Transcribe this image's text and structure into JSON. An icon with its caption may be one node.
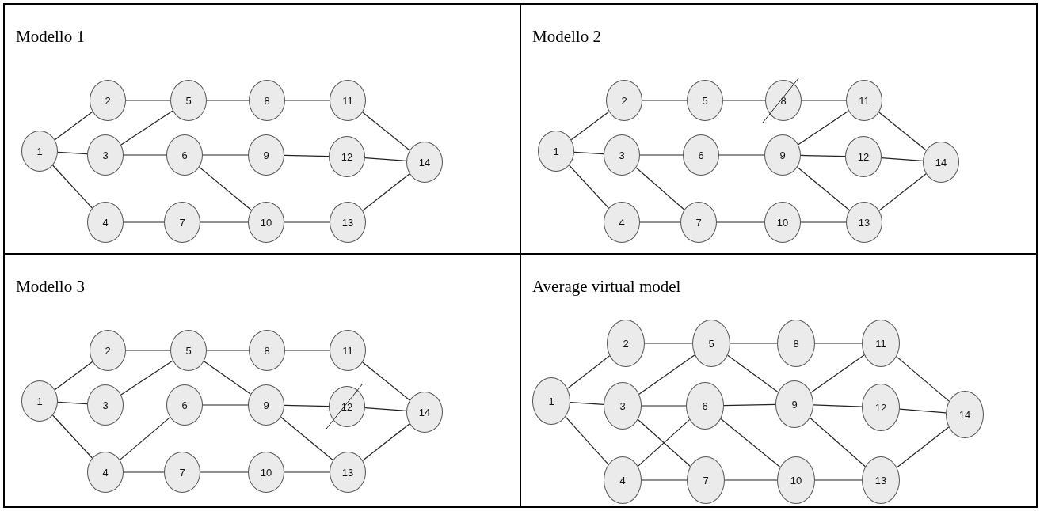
{
  "diagram": {
    "nodes": [
      {
        "text": [
          "Modello 1"
        ]
      },
      {
        "text": [
          "1"
        ],
        "in": 0
      },
      {
        "text": [
          "2"
        ],
        "in": 0
      },
      {
        "text": [
          "3"
        ],
        "in": 0
      },
      {
        "text": [
          "4"
        ],
        "in": 0
      },
      {
        "text": [
          "5"
        ],
        "in": 0
      },
      {
        "text": [
          "6"
        ],
        "in": 0
      },
      {
        "text": [
          "7"
        ],
        "in": 0
      },
      {
        "text": [
          "8"
        ],
        "in": 0
      },
      {
        "text": [
          "9"
        ],
        "in": 0
      },
      {
        "text": [
          "10"
        ],
        "in": 0
      },
      {
        "text": [
          "11"
        ],
        "in": 0
      },
      {
        "text": [
          "12"
        ],
        "in": 0
      },
      {
        "text": [
          "13"
        ],
        "in": 0
      },
      {
        "text": [
          "14"
        ],
        "in": 0
      },
      {
        "text": [
          "Modello 2"
        ]
      },
      {
        "text": [
          "1"
        ],
        "in": 15
      },
      {
        "text": [
          "2"
        ],
        "in": 15
      },
      {
        "text": [
          "3"
        ],
        "in": 15
      },
      {
        "text": [
          "4"
        ],
        "in": 15
      },
      {
        "text": [
          "5"
        ],
        "in": 15
      },
      {
        "text": [
          "6"
        ],
        "in": 15
      },
      {
        "text": [
          "7"
        ],
        "in": 15
      },
      {
        "text": [
          "8"
        ],
        "in": 15
      },
      {
        "text": [
          "9"
        ],
        "in": 15
      },
      {
        "text": [
          "10"
        ],
        "in": 15
      },
      {
        "text": [
          "11"
        ],
        "in": 15
      },
      {
        "text": [
          "12"
        ],
        "in": 15
      },
      {
        "text": [
          "13"
        ],
        "in": 15
      },
      {
        "text": [
          "14"
        ],
        "in": 15
      },
      {
        "text": [
          "Modello 3"
        ]
      },
      {
        "text": [
          "1"
        ],
        "in": 30
      },
      {
        "text": [
          "2"
        ],
        "in": 30
      },
      {
        "text": [
          "3"
        ],
        "in": 30
      },
      {
        "text": [
          "4"
        ],
        "in": 30
      },
      {
        "text": [
          "5"
        ],
        "in": 30
      },
      {
        "text": [
          "6"
        ],
        "in": 30
      },
      {
        "text": [
          "7"
        ],
        "in": 30
      },
      {
        "text": [
          "8"
        ],
        "in": 30
      },
      {
        "text": [
          "9"
        ],
        "in": 30
      },
      {
        "text": [
          "10"
        ],
        "in": 30
      },
      {
        "text": [
          "11"
        ],
        "in": 30
      },
      {
        "text": [
          "12"
        ],
        "in": 30
      },
      {
        "text": [
          "13"
        ],
        "in": 30
      },
      {
        "text": [
          "14"
        ],
        "in": 30
      },
      {
        "text": [
          "Average virtual model"
        ]
      },
      {
        "text": [
          "1"
        ],
        "in": 45
      },
      {
        "text": [
          "2"
        ],
        "in": 45
      },
      {
        "text": [
          "3"
        ],
        "in": 45
      },
      {
        "text": [
          "4"
        ],
        "in": 45
      },
      {
        "text": [
          "5"
        ],
        "in": 45
      },
      {
        "text": [
          "6"
        ],
        "in": 45
      },
      {
        "text": [
          "7"
        ],
        "in": 45
      },
      {
        "text": [
          "8"
        ],
        "in": 45
      },
      {
        "text": [
          "9"
        ],
        "in": 45
      },
      {
        "text": [
          "10"
        ],
        "in": 45
      },
      {
        "text": [
          "11"
        ],
        "in": 45
      },
      {
        "text": [
          "12"
        ],
        "in": 45
      },
      {
        "text": [
          "13"
        ],
        "in": 45
      },
      {
        "text": [
          "14"
        ],
        "in": 45
      }
    ],
    "edges": [
      {
        "from": 1,
        "to": 2,
        "arrow": "none"
      },
      {
        "from": 1,
        "to": 3,
        "arrow": "none"
      },
      {
        "from": 1,
        "to": 4,
        "arrow": "none"
      },
      {
        "from": 2,
        "to": 5,
        "arrow": "none"
      },
      {
        "from": 3,
        "to": 5,
        "arrow": "none"
      },
      {
        "from": 3,
        "to": 6,
        "arrow": "none"
      },
      {
        "from": 5,
        "to": 8,
        "arrow": "none"
      },
      {
        "from": 8,
        "to": 11,
        "arrow": "none"
      },
      {
        "from": 6,
        "to": 9,
        "arrow": "none"
      },
      {
        "from": 6,
        "to": 10,
        "arrow": "none"
      },
      {
        "from": 9,
        "to": 12,
        "arrow": "none"
      },
      {
        "from": 4,
        "to": 7,
        "arrow": "none"
      },
      {
        "from": 7,
        "to": 10,
        "arrow": "none"
      },
      {
        "from": 10,
        "to": 13,
        "arrow": "none"
      },
      {
        "from": 11,
        "to": 14,
        "arrow": "none"
      },
      {
        "from": 12,
        "to": 14,
        "arrow": "none"
      },
      {
        "from": 13,
        "to": 14,
        "arrow": "none"
      },
      {
        "from": 16,
        "to": 17,
        "arrow": "none"
      },
      {
        "from": 16,
        "to": 18,
        "arrow": "none"
      },
      {
        "from": 16,
        "to": 19,
        "arrow": "none"
      },
      {
        "from": 17,
        "to": 20,
        "arrow": "none"
      },
      {
        "from": 20,
        "to": 23,
        "arrow": "none"
      },
      {
        "from": 23,
        "to": 26,
        "arrow": "none"
      },
      {
        "from": 18,
        "to": 21,
        "arrow": "none"
      },
      {
        "from": 18,
        "to": 22,
        "arrow": "none"
      },
      {
        "from": 21,
        "to": 24,
        "arrow": "none"
      },
      {
        "from": 24,
        "to": 26,
        "arrow": "none"
      },
      {
        "from": 24,
        "to": 27,
        "arrow": "none"
      },
      {
        "from": 24,
        "to": 28,
        "arrow": "none"
      },
      {
        "from": 19,
        "to": 22,
        "arrow": "none"
      },
      {
        "from": 22,
        "to": 25,
        "arrow": "none"
      },
      {
        "from": 25,
        "to": 28,
        "arrow": "none"
      },
      {
        "from": 26,
        "to": 29,
        "arrow": "none"
      },
      {
        "from": 27,
        "to": 29,
        "arrow": "none"
      },
      {
        "from": 28,
        "to": 29,
        "arrow": "none"
      },
      {
        "from": 31,
        "to": 32,
        "arrow": "none"
      },
      {
        "from": 31,
        "to": 33,
        "arrow": "none"
      },
      {
        "from": 31,
        "to": 34,
        "arrow": "none"
      },
      {
        "from": 32,
        "to": 35,
        "arrow": "none"
      },
      {
        "from": 33,
        "to": 35,
        "arrow": "none"
      },
      {
        "from": 35,
        "to": 38,
        "arrow": "none"
      },
      {
        "from": 35,
        "to": 39,
        "arrow": "none"
      },
      {
        "from": 38,
        "to": 41,
        "arrow": "none"
      },
      {
        "from": 34,
        "to": 36,
        "arrow": "none"
      },
      {
        "from": 36,
        "to": 39,
        "arrow": "none"
      },
      {
        "from": 39,
        "to": 42,
        "arrow": "none"
      },
      {
        "from": 39,
        "to": 43,
        "arrow": "none"
      },
      {
        "from": 34,
        "to": 37,
        "arrow": "none"
      },
      {
        "from": 37,
        "to": 40,
        "arrow": "none"
      },
      {
        "from": 40,
        "to": 43,
        "arrow": "none"
      },
      {
        "from": 41,
        "to": 44,
        "arrow": "none"
      },
      {
        "from": 42,
        "to": 44,
        "arrow": "none"
      },
      {
        "from": 43,
        "to": 44,
        "arrow": "none"
      },
      {
        "from": 46,
        "to": 47,
        "arrow": "none"
      },
      {
        "from": 46,
        "to": 48,
        "arrow": "none"
      },
      {
        "from": 46,
        "to": 49,
        "arrow": "none"
      },
      {
        "from": 47,
        "to": 50,
        "arrow": "none"
      },
      {
        "from": 48,
        "to": 50,
        "arrow": "none"
      },
      {
        "from": 48,
        "to": 51,
        "arrow": "none"
      },
      {
        "from": 48,
        "to": 52,
        "arrow": "none"
      },
      {
        "from": 49,
        "to": 51,
        "arrow": "none"
      },
      {
        "from": 49,
        "to": 52,
        "arrow": "none"
      },
      {
        "from": 50,
        "to": 53,
        "arrow": "none"
      },
      {
        "from": 50,
        "to": 54,
        "arrow": "none"
      },
      {
        "from": 51,
        "to": 54,
        "arrow": "none"
      },
      {
        "from": 51,
        "to": 55,
        "arrow": "none"
      },
      {
        "from": 52,
        "to": 55,
        "arrow": "none"
      },
      {
        "from": 53,
        "to": 56,
        "arrow": "none"
      },
      {
        "from": 54,
        "to": 56,
        "arrow": "none"
      },
      {
        "from": 54,
        "to": 57,
        "arrow": "none"
      },
      {
        "from": 54,
        "to": 58,
        "arrow": "none"
      },
      {
        "from": 55,
        "to": 58,
        "arrow": "none"
      },
      {
        "from": 56,
        "to": 59,
        "arrow": "none"
      },
      {
        "from": 57,
        "to": 59,
        "arrow": "none"
      },
      {
        "from": 58,
        "to": 59,
        "arrow": "none"
      }
    ]
  }
}
